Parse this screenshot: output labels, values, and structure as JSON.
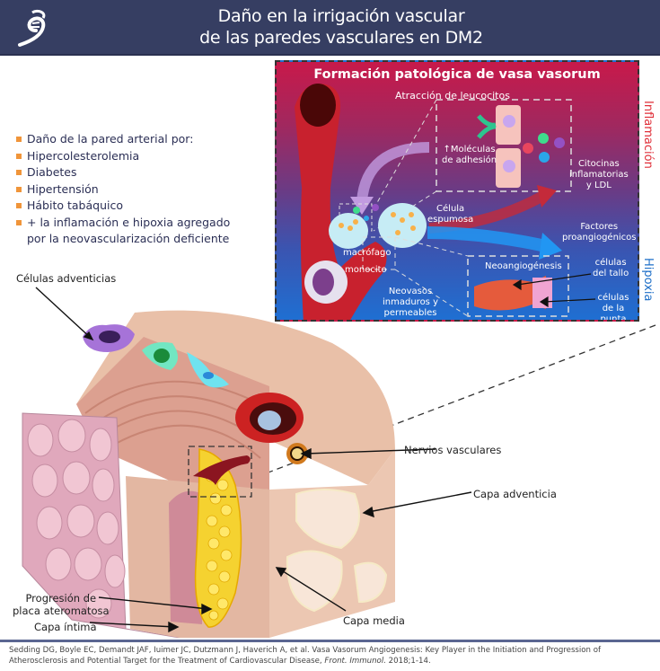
{
  "header": {
    "logo_icon": "dna-helix-logo-icon",
    "title_line1": "Daño en la irrigación vascular",
    "title_line2": "de las paredes vasculares en DM2",
    "background_color": "#363e62"
  },
  "bullets": [
    "Daño de la pared arterial por:",
    "Hipercolesterolemia",
    "Diabetes",
    "Hipertensión",
    "Hábito tabáquico",
    "+ la inflamación e hipoxia agregado",
    "por la neovascularización deficiente"
  ],
  "bullet_color": "#f0953a",
  "inset": {
    "title": "Formación patológica de vasa vasorum",
    "attraction": "Atracción de leucocitos",
    "adhesion_line1": "↑Moléculas",
    "adhesion_line2": "de adhesión",
    "foam_line1": "Célula",
    "foam_line2": "espumosa",
    "cytokines_line1": "Citocinas",
    "cytokines_line2": "inflamatorias",
    "cytokines_line3": "y LDL",
    "factors_line1": "Factores",
    "factors_line2": "proangiogénicos",
    "macrophage": "macrófago",
    "monocyte": "monocito",
    "neovessels_line1": "Neovasos",
    "neovessels_line2": "inmaduros y",
    "neovessels_line3": "permeables",
    "neoangiogenesis": "Neoangiogénesis",
    "stalk_line1": "células",
    "stalk_line2": "del tallo",
    "tip_line1": "células",
    "tip_line2": "de la punta",
    "side_inflammation": "Inflamación",
    "side_hypoxia": "Hipoxia",
    "inflammation_color": "#e0303a",
    "hypoxia_color": "#1e6fc8"
  },
  "labels": {
    "adventitial_cells": "Células adventicias",
    "vascular_nerves": "Nervios vasculares",
    "adventitia": "Capa adventicia",
    "plaque_line1": "Progresión de",
    "plaque_line2": "placa ateromatosa",
    "intima": "Capa íntima",
    "media": "Capa media"
  },
  "footer": {
    "citation_main": "Sedding DG, Boyle EC, Demandt JAF, Iuimer JC, Dutzmann J, Haverich A, et al. Vasa Vasorum Angiogenesis: Key Player in the Initiation and Progression of Atherosclerosis and Potential Target for the Treatment of Cardiovascular Disease, ",
    "citation_journal": "Front. Immunol.",
    "citation_end": " 2018;1-14."
  }
}
